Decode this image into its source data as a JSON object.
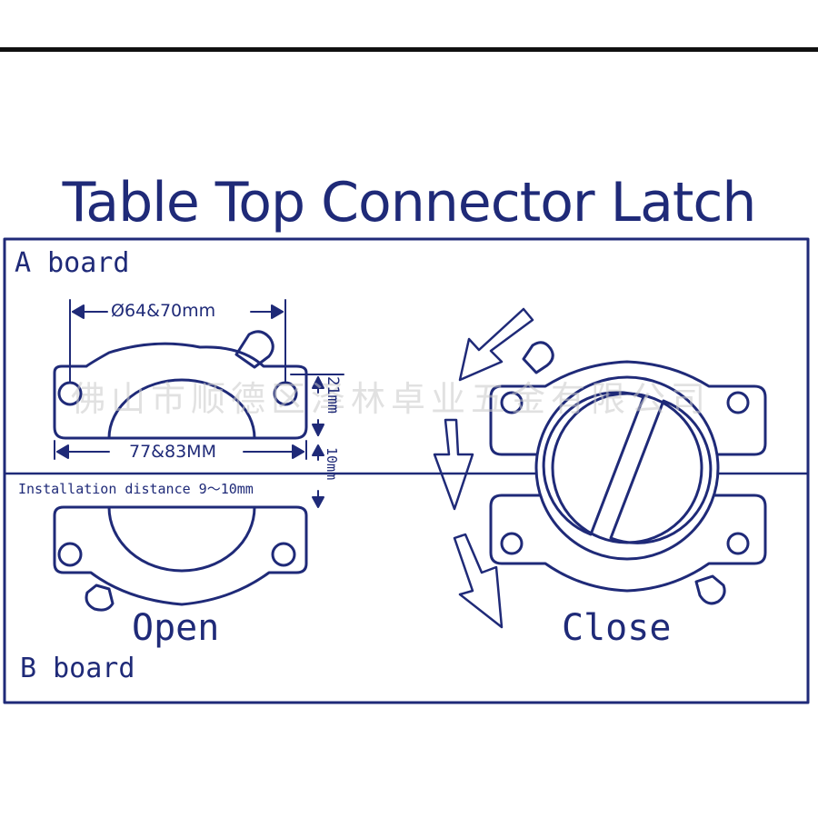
{
  "title": "Table Top Connector Latch",
  "labels": {
    "a_board": "A board",
    "b_board": "B board",
    "open": "Open",
    "close": "Close"
  },
  "dimensions": {
    "diameter": "Ø64&70mm",
    "width": "77&83MM",
    "height": "21mm",
    "gap": "10mm",
    "installation": "Installation distance 9～10mm"
  },
  "watermark": "佛山市顺德区泽林卓业五金有限公司",
  "colors": {
    "line": "#1f2a78",
    "rule": "#111111",
    "watermark": "#c8c8c8"
  }
}
